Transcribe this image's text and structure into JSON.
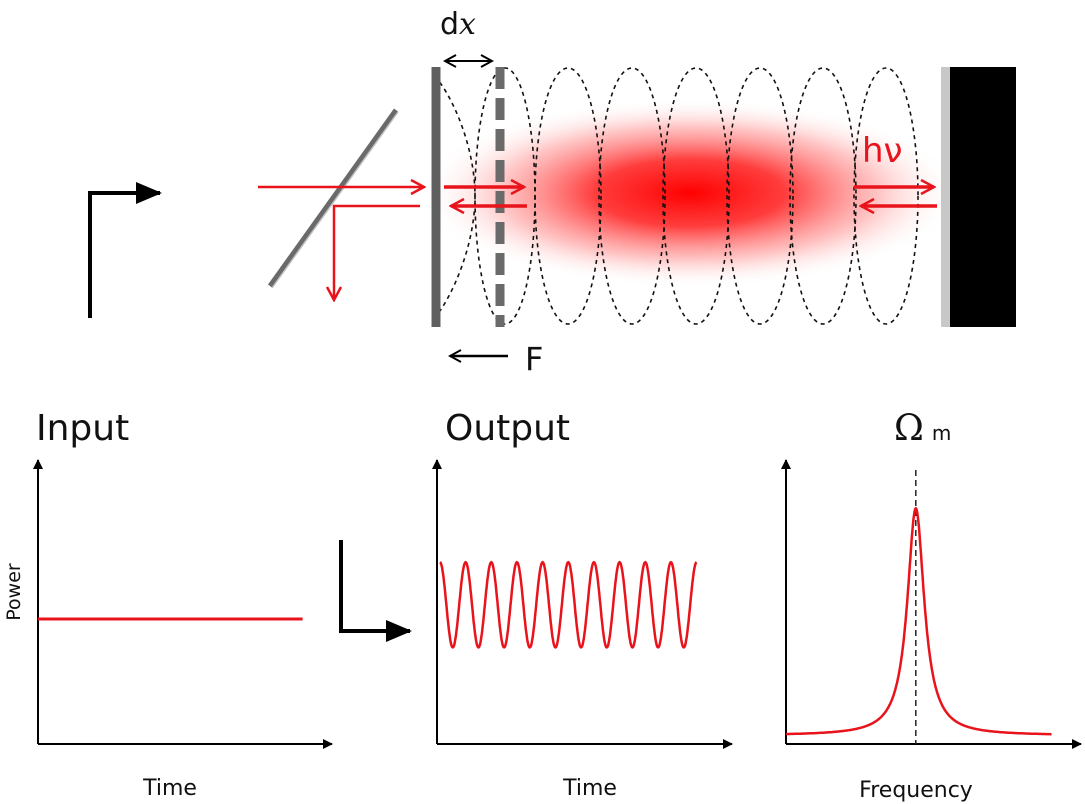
{
  "labels": {
    "displacement": "d",
    "displacement_var": "x",
    "force": "F",
    "photon": "hν",
    "input_title": "Input",
    "output_title": "Output",
    "omega_symbol": "Ω",
    "omega_sub": "m",
    "power_axis": "Power",
    "time_axis_1": "Time",
    "time_axis_2": "Time",
    "frequency_axis": "Frequency"
  },
  "colors": {
    "laser": "#e8131b",
    "mirror_gray": "#5f5f5f",
    "mirror_black": "#000000",
    "mode_lines": "#111111"
  },
  "chart_data": [
    {
      "type": "line",
      "title": "Input",
      "xlabel": "Time",
      "ylabel": "Power",
      "xlim": [
        0,
        10
      ],
      "ylim": [
        0,
        10
      ],
      "series": [
        {
          "x": [
            0,
            9
          ],
          "y": [
            4.4,
            4.4
          ]
        }
      ]
    },
    {
      "type": "line",
      "title": "Output",
      "xlabel": "Time",
      "ylabel": "",
      "xlim": [
        0,
        10
      ],
      "ylim": [
        0,
        10
      ],
      "series": [
        {
          "function": "sinusoid",
          "mean": 4.9,
          "amplitude": 1.5,
          "cycles": 10,
          "x_range": [
            0.1,
            8.8
          ]
        }
      ]
    },
    {
      "type": "line",
      "title": "Ωm",
      "xlabel": "Frequency",
      "ylabel": "",
      "xlim": [
        0,
        10
      ],
      "ylim": [
        0,
        10
      ],
      "series": [
        {
          "function": "lorentzian",
          "peak_x": 4.4,
          "peak_y": 8.3,
          "baseline": 0.3,
          "half_width": 0.35,
          "x_range": [
            0,
            9
          ]
        }
      ],
      "annotations": [
        {
          "type": "vline",
          "x": 4.4,
          "style": "dashed"
        }
      ]
    }
  ]
}
